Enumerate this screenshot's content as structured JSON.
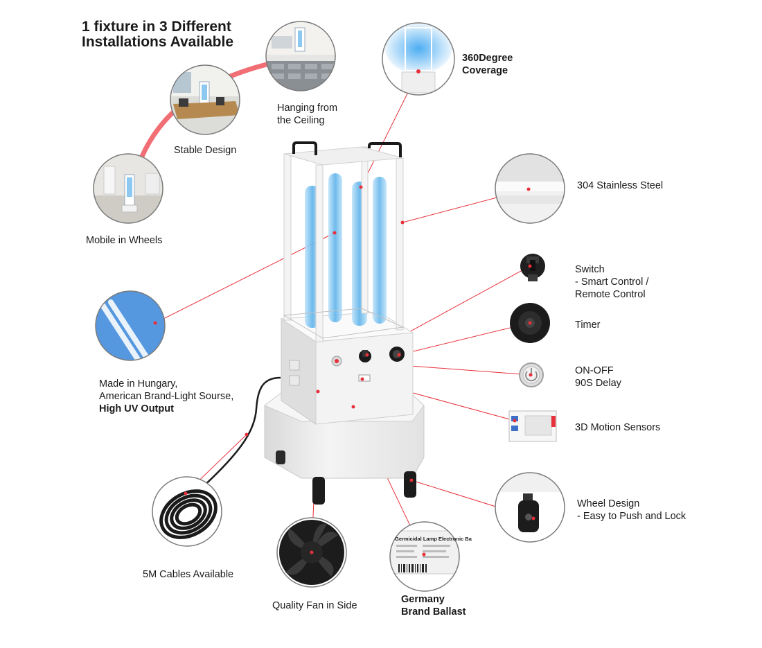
{
  "heading": {
    "line1": "1 fixture in 3 Different",
    "line2": "Installations Available"
  },
  "installations": {
    "hanging": {
      "line1": "Hanging from",
      "line2": "the Ceiling"
    },
    "stable": "Stable Design",
    "mobile": "Mobile in Wheels"
  },
  "features": {
    "coverage": {
      "line1": "360Degree",
      "line2": "Coverage"
    },
    "steel": "304 Stainless Steel",
    "switch": {
      "line1": "Switch",
      "line2": "- Smart Control /",
      "line3": "Remote Control"
    },
    "timer": "Timer",
    "onoff": {
      "line1": "ON-OFF",
      "line2": "90S Delay"
    },
    "motion": "3D Motion Sensors",
    "wheel": {
      "line1": "Wheel Design",
      "line2": "- Easy to Push and Lock"
    },
    "lamp": {
      "line1": "Made in Hungary,",
      "line2": "American Brand-Light Sourse,",
      "line3": "High UV Output"
    },
    "cables": "5M Cables Available",
    "fan": "Quality Fan in Side",
    "ballast": {
      "line1": "Germany",
      "line2": "Brand Ballast",
      "label_text": "Germicidal Lamp Electronic Ba"
    }
  },
  "colors": {
    "accent": "#e8303a",
    "arc": "#f06e74",
    "lamp_glow": "#8cc8f0",
    "frame": "#f2f2f2"
  }
}
